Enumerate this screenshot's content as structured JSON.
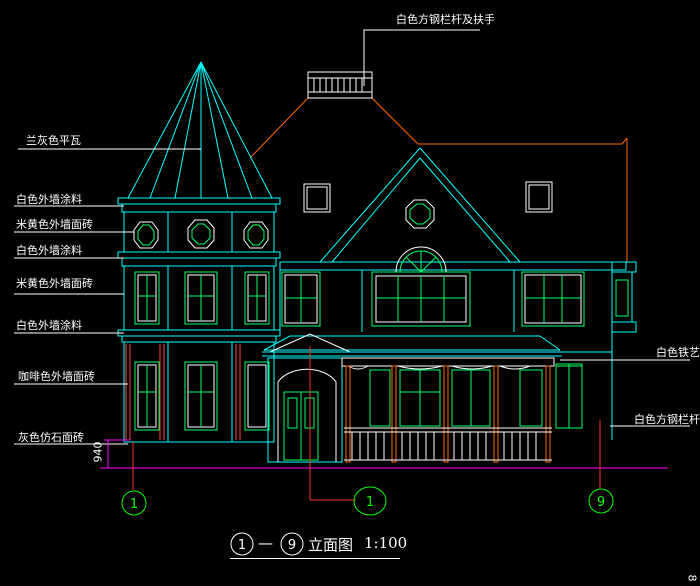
{
  "labels": {
    "top_railing": "白色方钢栏杆及扶手",
    "roof_tile": "兰灰色平瓦",
    "wall_paint_1": "白色外墙涂料",
    "tile_yellow_1": "米黄色外墙面砖",
    "wall_paint_2": "白色外墙涂料",
    "tile_yellow_2": "米黄色外墙面砖",
    "wall_paint_3": "白色外墙涂料",
    "tile_coffee": "咖啡色外墙面砖",
    "stone_grey": "灰色仿石面砖",
    "ironwork": "白色铁艺",
    "railing_right": "白色方钢栏杆及"
  },
  "dimension": "940",
  "axes": {
    "left": "1",
    "middle": "1",
    "right": "9"
  },
  "title": {
    "start_axis": "1",
    "dash": "—",
    "end_axis": "9",
    "name": "立面图",
    "scale": "1:100"
  },
  "corner_mark": "8",
  "colors": {
    "background": "#000000",
    "outline": "#00ffff",
    "window": "#00ff66",
    "roof_edge": "#ff6a00",
    "text": "#ffffff",
    "ground": "#ff00ff",
    "axis_circle": "#00ff00",
    "column": "#ff4040"
  }
}
